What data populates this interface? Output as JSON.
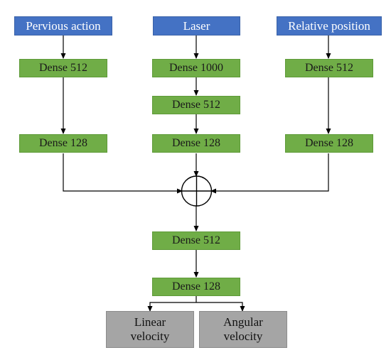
{
  "inputs": {
    "previous_action": "Pervious action",
    "laser": "Laser",
    "relative_position": "Relative position"
  },
  "branch_left": {
    "dense1": "Dense 512",
    "dense2": "Dense 128"
  },
  "branch_middle": {
    "dense1": "Dense 1000",
    "dense2": "Dense 512",
    "dense3": "Dense 128"
  },
  "branch_right": {
    "dense1": "Dense 512",
    "dense2": "Dense 128"
  },
  "trunk": {
    "dense1": "Dense 512",
    "dense2": "Dense 128"
  },
  "outputs": {
    "linear_velocity": "Linear\nvelocity",
    "angular_velocity": "Angular\nvelocity"
  },
  "colors": {
    "input": "#4472c4",
    "dense": "#70ad47",
    "output": "#a5a5a5",
    "line": "#000000"
  }
}
